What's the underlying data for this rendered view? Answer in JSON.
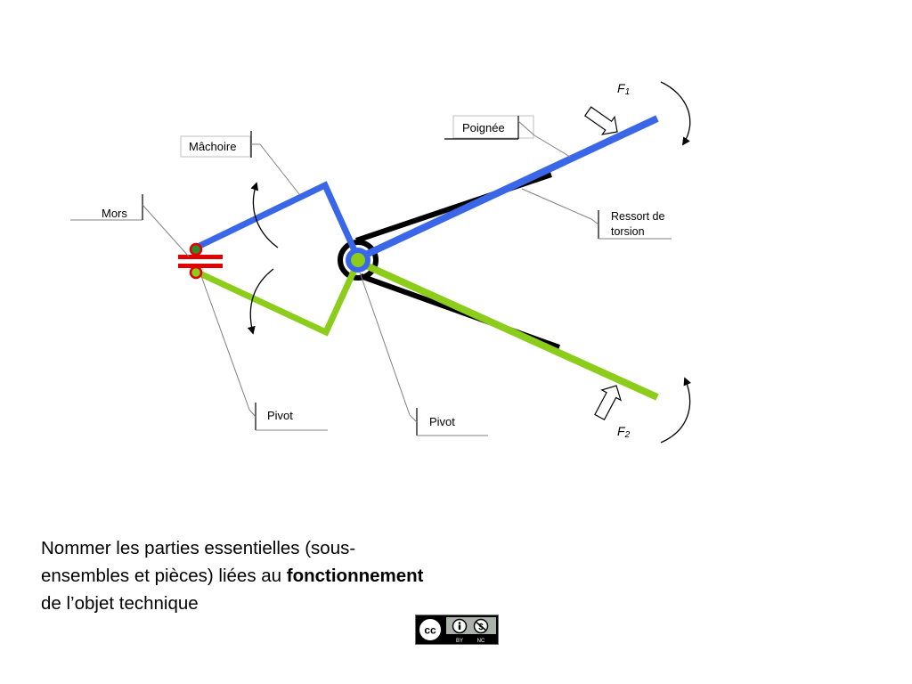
{
  "labels": {
    "machoire": "Mâchoire",
    "poignee": "Poignée",
    "mors": "Mors",
    "ressort_line1": "Ressort de",
    "ressort_line2": "torsion",
    "pivot_left": "Pivot",
    "pivot_center": "Pivot"
  },
  "forces": {
    "f1": {
      "letter": "F",
      "index": "1"
    },
    "f2": {
      "letter": "F",
      "index": "2"
    }
  },
  "caption": {
    "part1": "Nommer les parties essentielles (sous-ensembles et pièces) liées au ",
    "bold": "fonctionnement",
    "part2": " de l’objet technique"
  },
  "license_badge": {
    "cc": "cc",
    "by": "BY",
    "nc": "NC"
  },
  "colors": {
    "upper_arm": "#3a66e8",
    "lower_arm": "#8ccc1a",
    "spring": "#000000",
    "jaw_marker": "#e00000",
    "leader_line": "#808080"
  }
}
